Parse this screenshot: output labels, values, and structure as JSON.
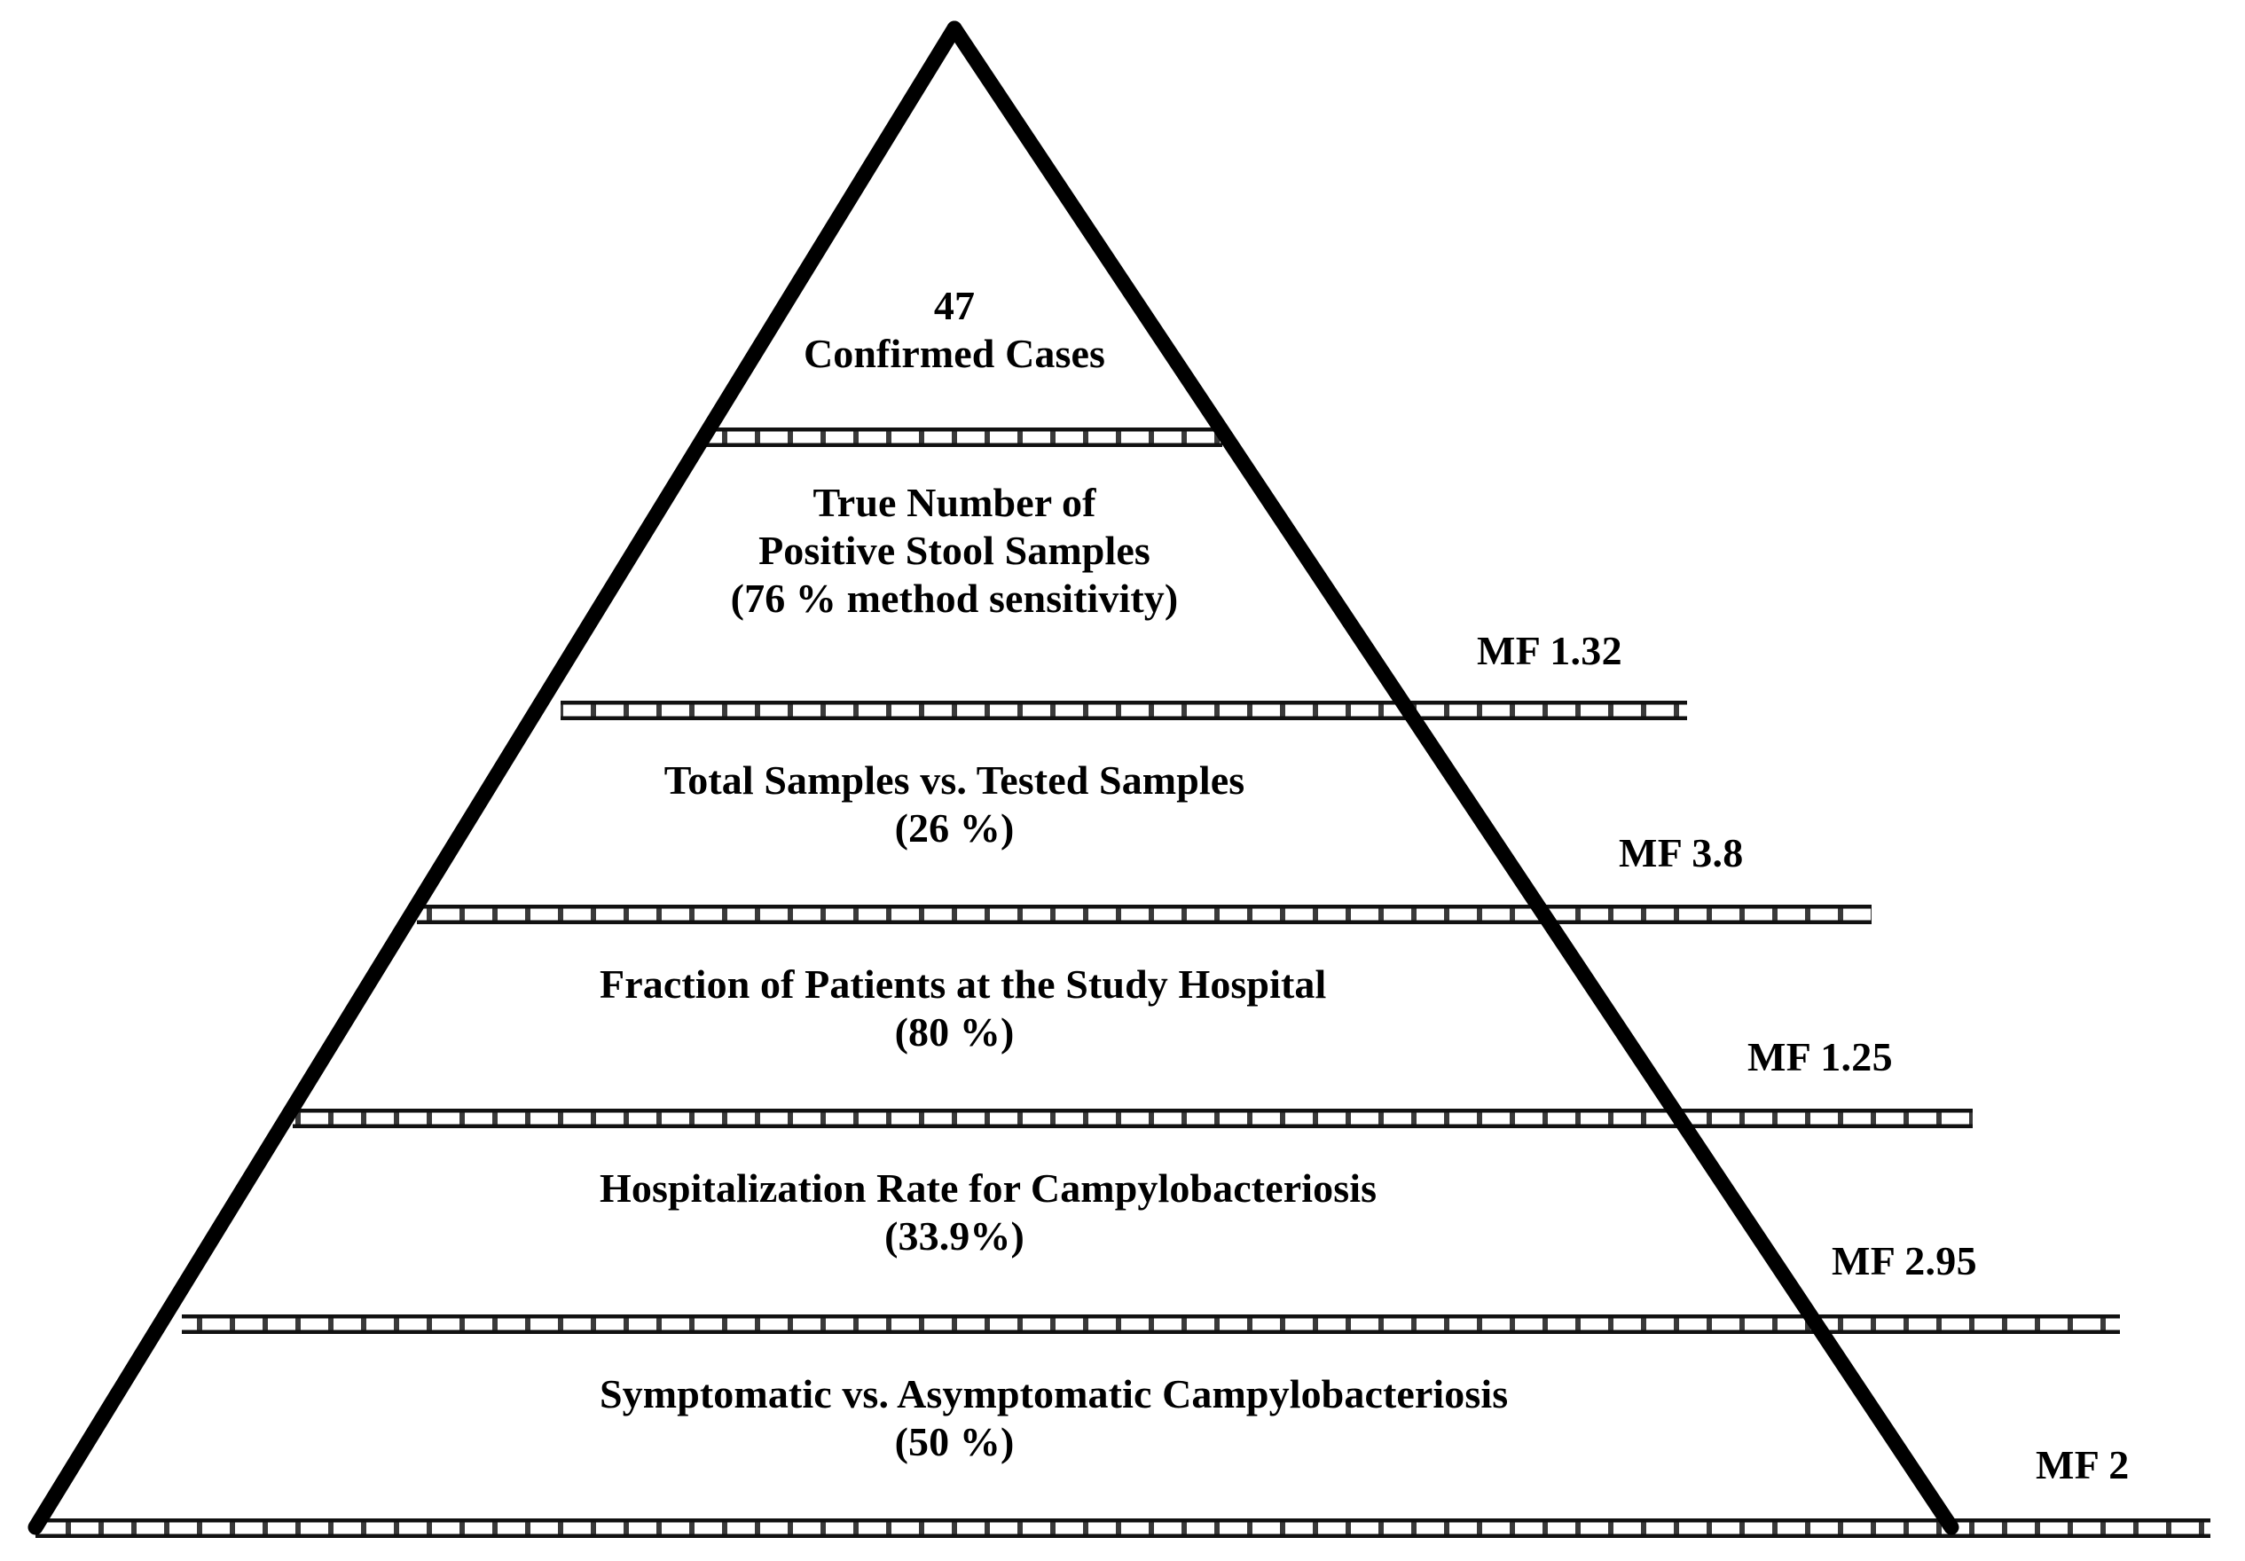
{
  "figure": {
    "type": "surveillance-pyramid",
    "orientation": "apex-top",
    "background_color": "#ffffff",
    "stroke_color": "#000000"
  },
  "chart_data": {
    "type": "pyramid",
    "title": "",
    "levels": [
      {
        "index": 0,
        "lines": [
          "47",
          "Confirmed Cases"
        ],
        "value": 47,
        "percent": null,
        "multiplication_factor": null
      },
      {
        "index": 1,
        "lines": [
          "True Number of",
          "Positive Stool Samples",
          "(76 % method sensitivity)"
        ],
        "value": null,
        "percent": 76,
        "multiplication_factor": 1.32
      },
      {
        "index": 2,
        "lines": [
          "Total Samples vs. Tested Samples",
          "(26 %)"
        ],
        "value": null,
        "percent": 26,
        "multiplication_factor": 3.8
      },
      {
        "index": 3,
        "lines": [
          "Fraction of Patients at the Study Hospital",
          "(80 %)"
        ],
        "value": null,
        "percent": 80,
        "multiplication_factor": 1.25
      },
      {
        "index": 4,
        "lines": [
          "Hospitalization Rate for Campylobacteriosis",
          "(33.9%)"
        ],
        "value": null,
        "percent": 33.9,
        "multiplication_factor": 2.95
      },
      {
        "index": 5,
        "lines": [
          "Symptomatic vs. Asymptomatic Campylobacteriosis",
          "(50 %)"
        ],
        "value": null,
        "percent": 50,
        "multiplication_factor": 2
      }
    ],
    "mf_labels": [
      "MF 1.32",
      "MF 3.8",
      "MF 1.25",
      "MF 2.95",
      "MF 2"
    ]
  },
  "levels": {
    "l0": {
      "line1": "47",
      "line2": "Confirmed Cases"
    },
    "l1": {
      "line1": "True Number of",
      "line2": "Positive Stool Samples",
      "line3": "(76 % method sensitivity)"
    },
    "l2": {
      "line1": "Total Samples vs. Tested Samples",
      "line2": "(26 %)"
    },
    "l3": {
      "line1": "Fraction of Patients at the Study Hospital",
      "line2": "(80 %)"
    },
    "l4": {
      "line1": "Hospitalization Rate for Campylobacteriosis",
      "line2": "(33.9%)"
    },
    "l5": {
      "line1": "Symptomatic vs. Asymptomatic Campylobacteriosis",
      "line2": "(50 %)"
    }
  },
  "mf": {
    "mf1": "MF 1.32",
    "mf2": "MF 3.8",
    "mf3": "MF 1.25",
    "mf4": "MF 2.95",
    "mf5": "MF 2"
  }
}
